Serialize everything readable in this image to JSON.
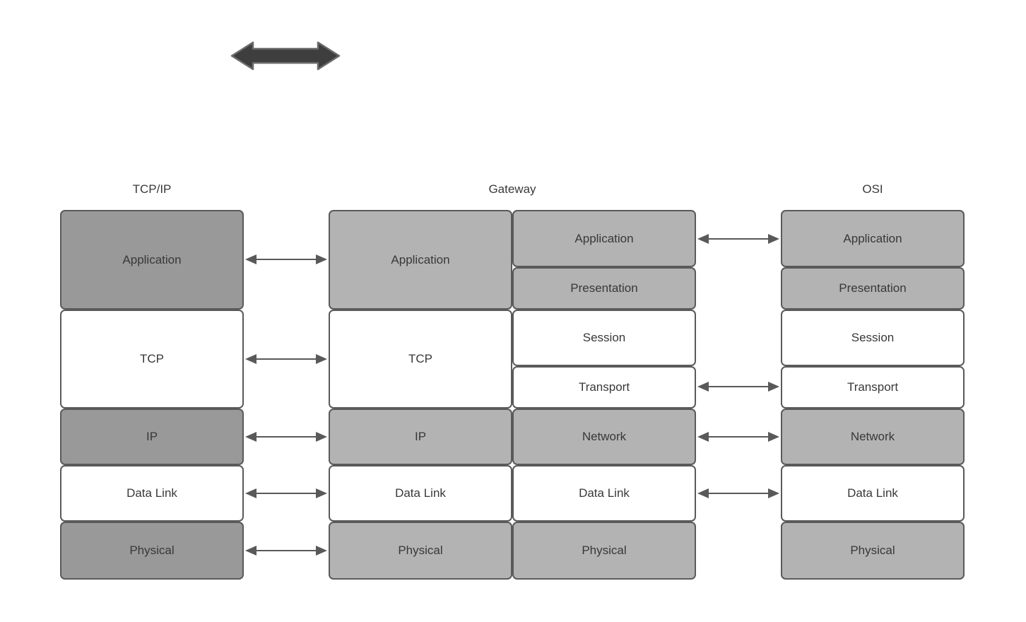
{
  "columns": {
    "tcpip": {
      "title": "TCP/IP",
      "layers": [
        "Application",
        "TCP",
        "IP",
        "Data Link",
        "Physical"
      ]
    },
    "gateway": {
      "title": "Gateway",
      "left_layers": [
        "Application",
        "TCP",
        "IP",
        "Data Link",
        "Physical"
      ],
      "right_layers": [
        "Application",
        "Presentation",
        "Session",
        "Transport",
        "Network",
        "Data Link",
        "Physical"
      ]
    },
    "osi": {
      "title": "OSI",
      "layers": [
        "Application",
        "Presentation",
        "Session",
        "Transport",
        "Network",
        "Data Link",
        "Physical"
      ]
    }
  },
  "connections": {
    "tcpip_to_gateway": [
      "Application",
      "TCP",
      "IP",
      "Data Link",
      "Physical"
    ],
    "gateway_to_osi": [
      "Application",
      "Transport",
      "Network",
      "Data Link"
    ]
  },
  "icons": {
    "top_symbol": "double-headed-arrow-icon"
  },
  "colors": {
    "tcpip_gray_fill": "#999999",
    "gateway_osi_gray_fill": "#b3b3b3",
    "white_fill": "#ffffff",
    "box_border": "#5a5a5a",
    "arrow": "#595959",
    "thick_arrow_fill": "#3e3e3e",
    "text": "#383838"
  }
}
